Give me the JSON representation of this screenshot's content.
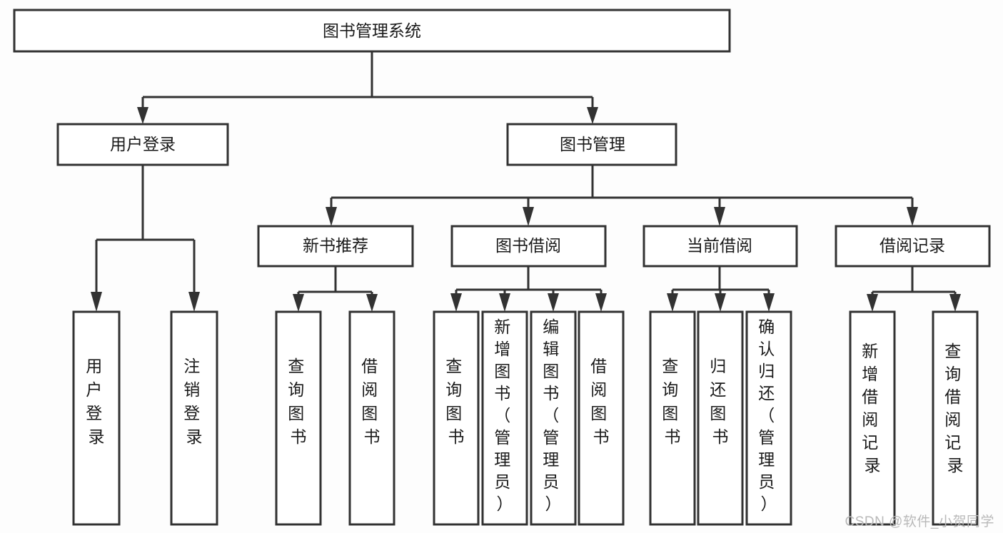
{
  "diagram": {
    "title": "图书管理系统",
    "type": "tree-hierarchy-chart",
    "watermark": "CSDN @软件_小贺同学",
    "colors": {
      "stroke": "#323232",
      "box_fill": "#ffffff",
      "background": "#fdfdfd",
      "label": "#1a1a1a",
      "watermark": "#b9b9b9"
    },
    "nodes": {
      "root": {
        "label": "图书管理系统"
      },
      "level2": [
        {
          "label": "用户登录"
        },
        {
          "label": "图书管理"
        }
      ],
      "level3": [
        {
          "label": "新书推荐"
        },
        {
          "label": "图书借阅"
        },
        {
          "label": "当前借阅"
        },
        {
          "label": "借阅记录"
        }
      ],
      "leaves": {
        "user_login": [
          {
            "label": "用户登录"
          },
          {
            "label": "注销登录"
          }
        ],
        "new_book_recommend": [
          {
            "label": "查询图书"
          },
          {
            "label": "借阅图书"
          }
        ],
        "book_borrow": [
          {
            "label": "查询图书"
          },
          {
            "label": "新增图书（管理员）"
          },
          {
            "label": "编辑图书（管理员）"
          },
          {
            "label": "借阅图书"
          }
        ],
        "current_borrow": [
          {
            "label": "查询图书"
          },
          {
            "label": "归还图书"
          },
          {
            "label": "确认归还（管理员）"
          }
        ],
        "borrow_record": [
          {
            "label": "新增借阅记录"
          },
          {
            "label": "查询借阅记录"
          }
        ]
      }
    }
  }
}
